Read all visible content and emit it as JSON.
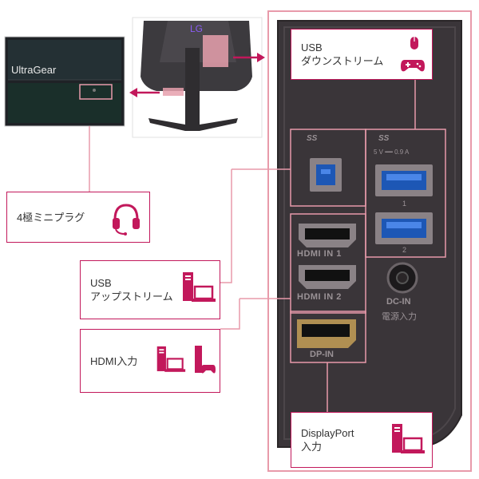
{
  "monitor_brand": "UltraGear",
  "callouts": {
    "usb_down": {
      "line1": "USB",
      "line2": "ダウンストリーム"
    },
    "headphone": {
      "line1": "4極ミニプラグ"
    },
    "usb_up": {
      "line1": "USB",
      "line2": "アップストリーム"
    },
    "hdmi_input": {
      "line1": "HDMI入力"
    },
    "displayport": {
      "line1": "DisplayPort",
      "line2": "入力"
    }
  },
  "panel_labels": {
    "ss_left": "SS",
    "ss_right": "SS",
    "usb_power": "5 V ━━ 0.9 A",
    "port_num_1": "1",
    "port_num_2": "2",
    "hdmi1": "HDMI IN 1",
    "hdmi2": "HDMI IN 2",
    "dc_in": "DC-IN",
    "dc_in_jp": "電源入力",
    "dp_in": "DP-IN"
  },
  "colors": {
    "accent": "#c2185b",
    "panel": "#3a3539",
    "panel_edge": "#2a2628"
  }
}
